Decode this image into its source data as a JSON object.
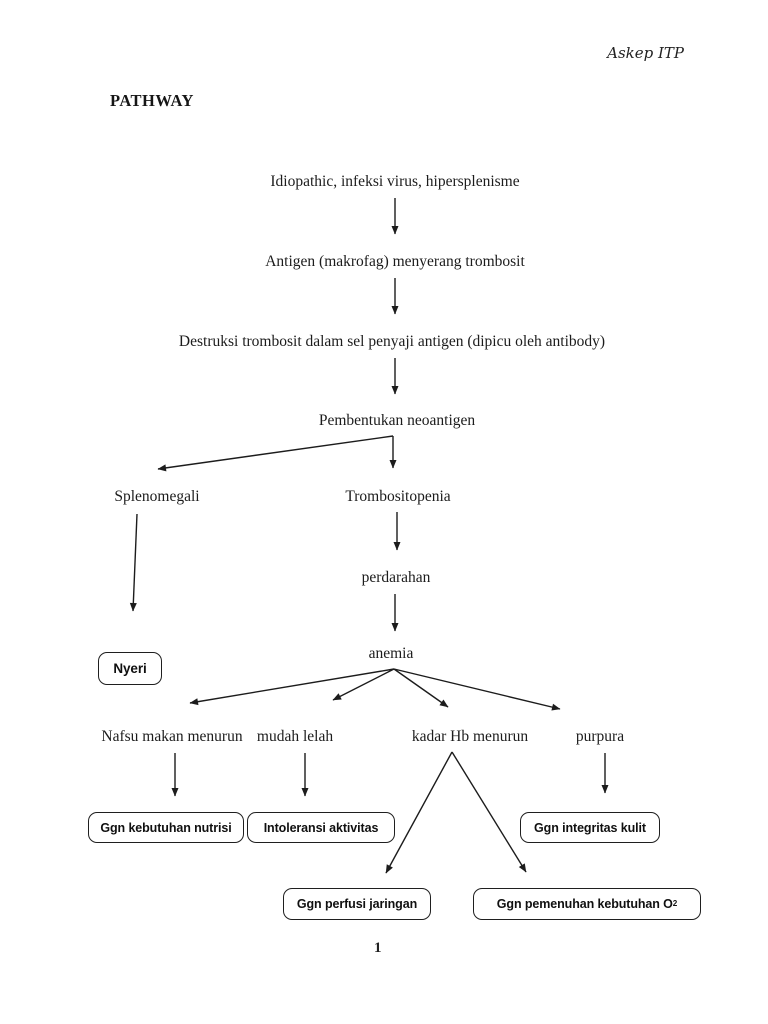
{
  "page": {
    "header_right": "Askep ITP",
    "title": "PATHWAY",
    "page_number": "1"
  },
  "flowchart": {
    "nodes": {
      "idiopathic": "Idiopathic, infeksi virus, hipersplenisme",
      "antigen": "Antigen (makrofag) menyerang trombosit",
      "destruksi": "Destruksi trombosit dalam sel penyaji antigen (dipicu oleh antibody)",
      "pembentukan": "Pembentukan neoantigen",
      "splenomegali": "Splenomegali",
      "trombositopenia": "Trombositopenia",
      "perdarahan": "perdarahan",
      "anemia": "anemia",
      "nyeri": "Nyeri",
      "nafsu_makan_menurun": "Nafsu makan menurun",
      "mudah_lelah": "mudah lelah",
      "kadar_hb_menurun": "kadar Hb menurun",
      "purpura": "purpura",
      "ggn_kebutuhan_nutrisi": "Ggn kebutuhan nutrisi",
      "intoleransi_aktivitas": "Intoleransi aktivitas",
      "ggn_integritas_kulit": "Ggn integritas kulit",
      "ggn_perfusi_jaringan": "Ggn perfusi jaringan",
      "ggn_pemenuhan_o2": "Ggn pemenuhan kebutuhan O",
      "ggn_pemenuhan_o2_sup": "2"
    },
    "edges": [
      [
        "idiopathic",
        "antigen"
      ],
      [
        "antigen",
        "destruksi"
      ],
      [
        "destruksi",
        "pembentukan"
      ],
      [
        "pembentukan",
        "splenomegali"
      ],
      [
        "pembentukan",
        "trombositopenia"
      ],
      [
        "splenomegali",
        "nyeri"
      ],
      [
        "trombositopenia",
        "perdarahan"
      ],
      [
        "perdarahan",
        "anemia"
      ],
      [
        "anemia",
        "nafsu_makan_menurun"
      ],
      [
        "anemia",
        "mudah_lelah"
      ],
      [
        "anemia",
        "kadar_hb_menurun"
      ],
      [
        "anemia",
        "purpura"
      ],
      [
        "nafsu_makan_menurun",
        "ggn_kebutuhan_nutrisi"
      ],
      [
        "mudah_lelah",
        "intoleransi_aktivitas"
      ],
      [
        "kadar_hb_menurun",
        "ggn_perfusi_jaringan"
      ],
      [
        "kadar_hb_menurun",
        "ggn_pemenuhan_o2"
      ],
      [
        "purpura",
        "ggn_integritas_kulit"
      ]
    ],
    "colors": {
      "ink": "#1c1c1c",
      "background": "#ffffff"
    }
  }
}
